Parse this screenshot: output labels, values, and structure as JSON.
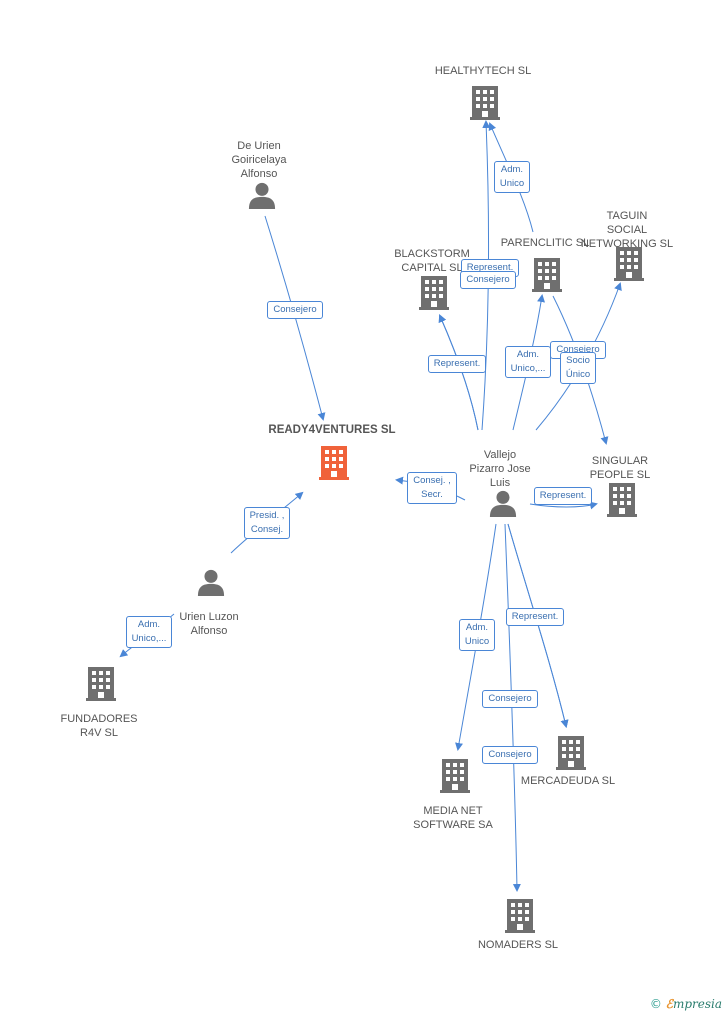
{
  "colors": {
    "edge": "#4a86d6",
    "building": "#6f6f6f",
    "building_focus": "#f0623a",
    "person": "#6f6f6f",
    "label": "#555555"
  },
  "nodes": [
    {
      "id": "healthytech",
      "type": "company",
      "label": "HEALTHYTECH SL"
    },
    {
      "id": "deurien",
      "type": "person",
      "label": "De Urien\nGoiricelaya\nAlfonso"
    },
    {
      "id": "taguin",
      "type": "company",
      "label": "TAGUIN\nSOCIAL\nNETWORKING SL"
    },
    {
      "id": "blackstorm",
      "type": "company",
      "label": "BLACKSTORM\nCAPITAL SL"
    },
    {
      "id": "parenclitic",
      "type": "company",
      "label": "PARENCLITIC SL"
    },
    {
      "id": "ready4",
      "type": "company_focus",
      "label": "READY4VENTURES SL"
    },
    {
      "id": "vallejo",
      "type": "person",
      "label": "Vallejo\nPizarro Jose\nLuis"
    },
    {
      "id": "singular",
      "type": "company",
      "label": "SINGULAR\nPEOPLE  SL"
    },
    {
      "id": "urien",
      "type": "person",
      "label": "Urien Luzon\nAlfonso"
    },
    {
      "id": "fundadores",
      "type": "company",
      "label": "FUNDADORES\nR4V SL"
    },
    {
      "id": "mercadeuda",
      "type": "company",
      "label": "MERCADEUDA SL"
    },
    {
      "id": "medianet",
      "type": "company",
      "label": "MEDIA NET\nSOFTWARE SA"
    },
    {
      "id": "nomaders",
      "type": "company",
      "label": "NOMADERS SL"
    }
  ],
  "edges": [
    {
      "from": "deurien",
      "to": "ready4",
      "label": "Consejero"
    },
    {
      "from": "urien",
      "to": "ready4",
      "label": "Presid. ,\nConsej."
    },
    {
      "from": "urien",
      "to": "fundadores",
      "label": "Adm.\nUnico,..."
    },
    {
      "from": "vallejo",
      "to": "ready4",
      "label": "Consej. ,\nSecr."
    },
    {
      "from": "vallejo",
      "to": "healthytech",
      "label": "Represent."
    },
    {
      "from": "parenclitic",
      "to": "healthytech",
      "label": "Adm.\nUnico"
    },
    {
      "from": "vallejo",
      "to": "blackstorm",
      "label": "Represent."
    },
    {
      "from": "vallejo",
      "to": "blackstorm",
      "label": "Consejero"
    },
    {
      "from": "vallejo",
      "to": "parenclitic",
      "label": "Adm.\nUnico,..."
    },
    {
      "from": "vallejo",
      "to": "taguin",
      "label": "Consejero"
    },
    {
      "from": "parenclitic",
      "to": "singular",
      "label": "Socio\nÚnico"
    },
    {
      "from": "vallejo",
      "to": "singular",
      "label": "Represent."
    },
    {
      "from": "vallejo",
      "to": "medianet",
      "label": "Adm.\nUnico"
    },
    {
      "from": "vallejo",
      "to": "mercadeuda",
      "label": "Represent."
    },
    {
      "from": "vallejo",
      "to": "mercadeuda",
      "label": "Consejero"
    },
    {
      "from": "vallejo",
      "to": "nomaders",
      "label": "Consejero"
    }
  ],
  "brand": {
    "copyright": "©",
    "first_letter": "ℰ",
    "rest": "mpresia"
  }
}
